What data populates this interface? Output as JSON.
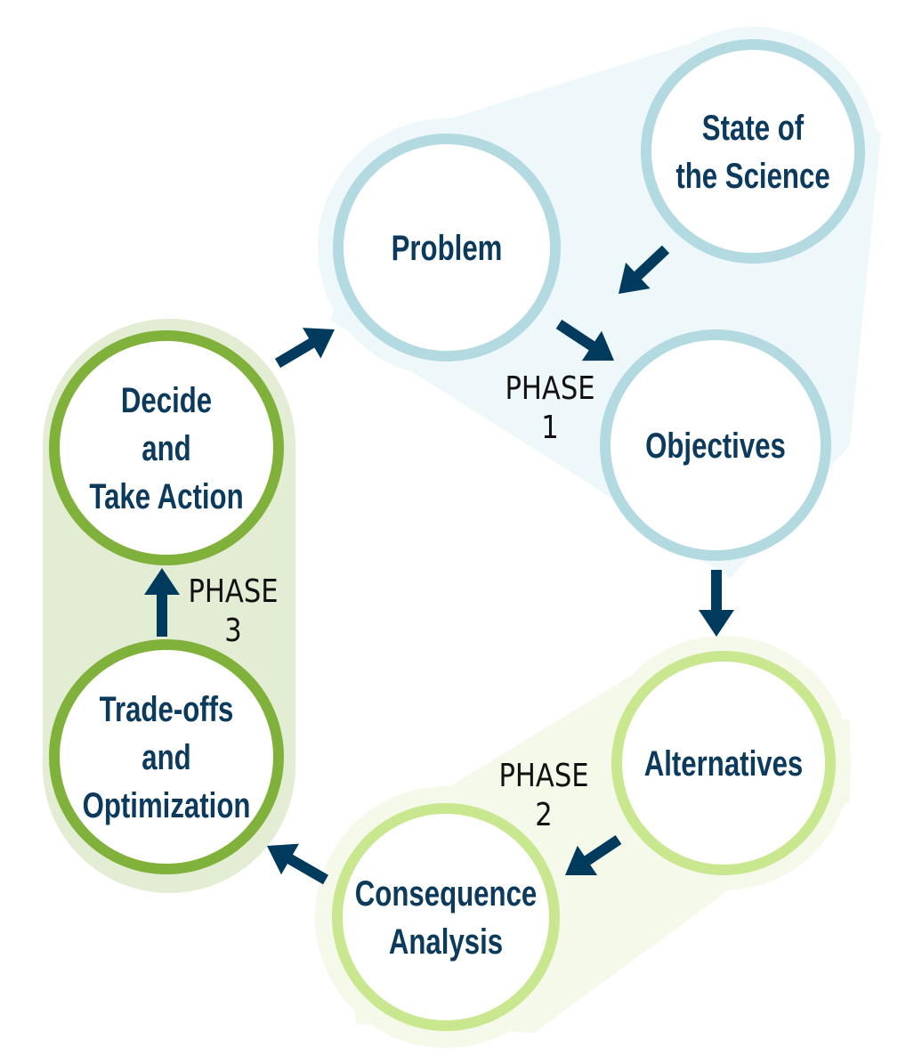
{
  "colors": {
    "phase1_bg": "#eef7f9",
    "phase1_ring": "#b3d9e1",
    "phase2_bg": "#f4f9e9",
    "phase2_ring": "#c9e78f",
    "phase3_bg": "#e2edd3",
    "phase3_ring": "#80b13a",
    "arrow": "#003a5d",
    "node_text": "#0b3a5c"
  },
  "nodes": {
    "state_of_science": [
      "State of",
      "the Science"
    ],
    "problem": [
      "Problem"
    ],
    "objectives": [
      "Objectives"
    ],
    "alternatives": [
      "Alternatives"
    ],
    "consequence_analysis": [
      "Consequence",
      "Analysis"
    ],
    "tradeoffs": [
      "Trade-offs",
      "and",
      "Optimization"
    ],
    "decide": [
      "Decide",
      "and",
      "Take Action"
    ]
  },
  "phases": {
    "phase1": [
      "PHASE",
      "1"
    ],
    "phase2": [
      "PHASE",
      "2"
    ],
    "phase3": [
      "PHASE",
      "3"
    ]
  }
}
